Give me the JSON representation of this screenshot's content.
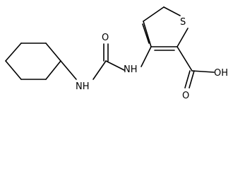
{
  "molecule": {
    "atoms": {
      "s": "S",
      "nh_left": "NH",
      "o_carbonyl": "O",
      "nh_right": "NH",
      "o_acid": "O",
      "oh": "OH"
    }
  },
  "colors": {
    "background": "#ffffff",
    "bond": "#000000",
    "label": "#000000"
  }
}
